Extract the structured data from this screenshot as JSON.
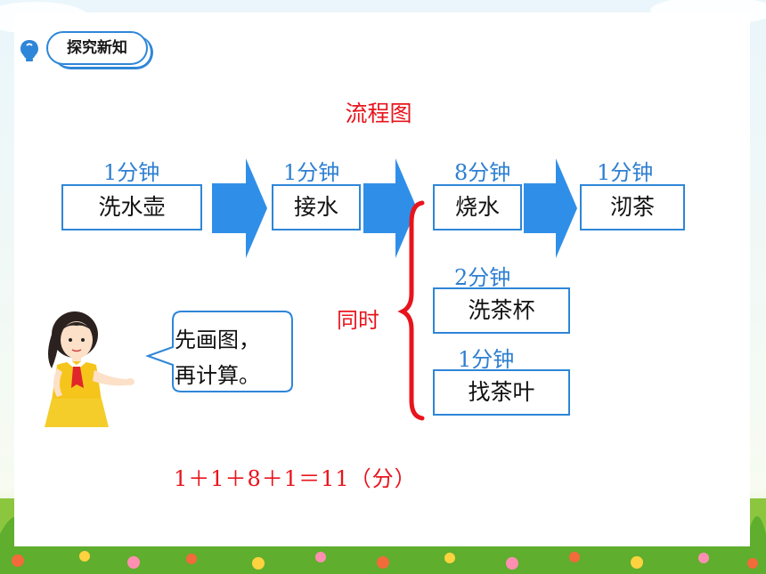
{
  "header": {
    "tag_label": "探究新知"
  },
  "diagram": {
    "title": "流程图",
    "steps": [
      {
        "label": "洗水壶",
        "duration": "1分钟"
      },
      {
        "label": "接水",
        "duration": "1分钟"
      },
      {
        "label": "烧水",
        "duration": "8分钟"
      },
      {
        "label": "沏茶",
        "duration": "1分钟"
      }
    ],
    "parallel_label": "同时",
    "parallel_steps": [
      {
        "label": "洗茶杯",
        "duration": "2分钟"
      },
      {
        "label": "找茶叶",
        "duration": "1分钟"
      }
    ],
    "formula": "1＋1＋8＋1＝11（分）"
  },
  "speech": {
    "line1": "先画图，",
    "line2": "再计算。"
  },
  "colors": {
    "accent_blue": "#2e86d8",
    "red": "#e8141c",
    "arrow_blue": "#2f8fe8"
  }
}
